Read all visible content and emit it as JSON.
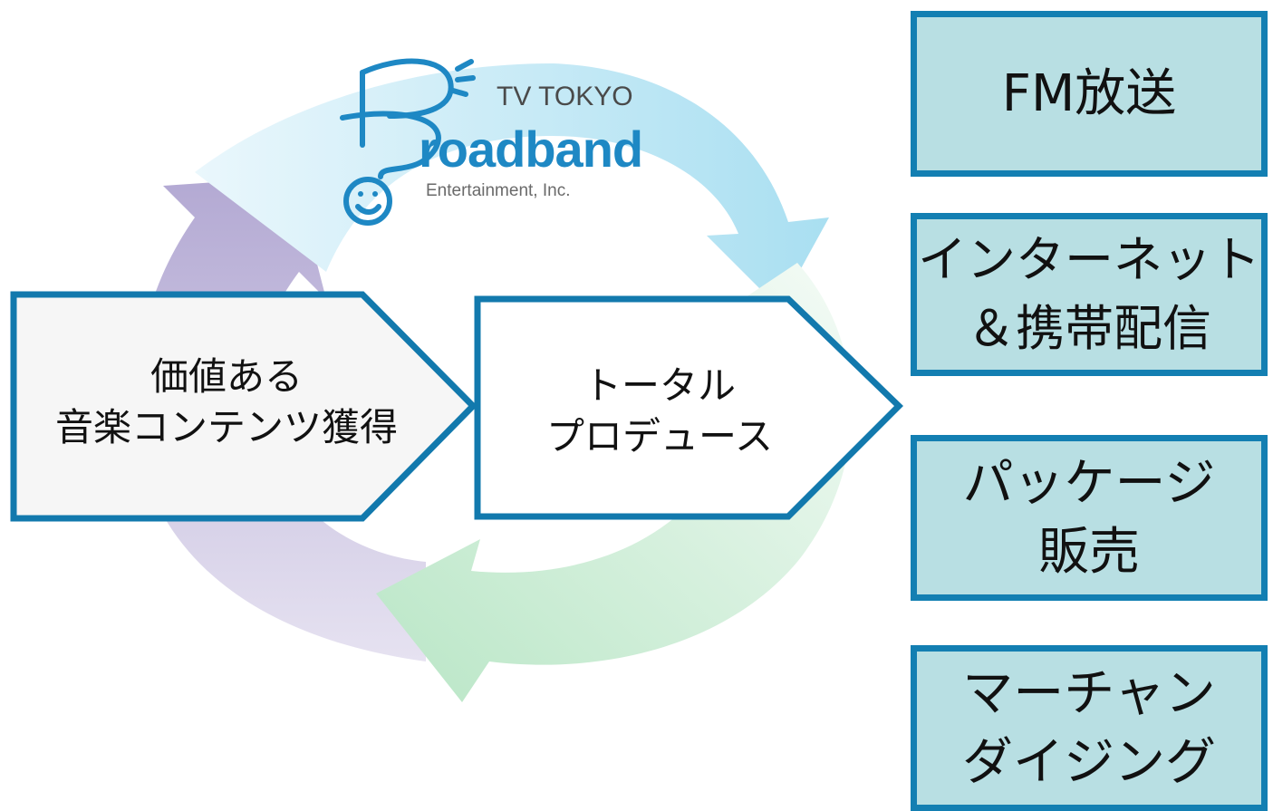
{
  "logo": {
    "top_text": "TV TOKYO",
    "main_text": "roadband",
    "sub_text": "Entertainment, Inc."
  },
  "flow": {
    "acquire": [
      "価値ある",
      "音楽コンテンツ獲得"
    ],
    "produce": [
      "トータル",
      "プロデュース"
    ]
  },
  "outputs": [
    {
      "lines": [
        "FM放送"
      ]
    },
    {
      "lines": [
        "インターネット",
        "＆携帯配信"
      ]
    },
    {
      "lines": [
        "パッケージ",
        "販売"
      ]
    },
    {
      "lines": [
        "マーチャン",
        "ダイジング"
      ]
    }
  ],
  "colors": {
    "cycle_blue": "#a9dff1",
    "cycle_green": "#c7ead2",
    "cycle_purple": "#bdb5d9",
    "pentagon_border": "#1279ad",
    "output_fill": "#b8dfe3",
    "output_border": "#137fb2",
    "logo_blue": "#1e88c4"
  }
}
